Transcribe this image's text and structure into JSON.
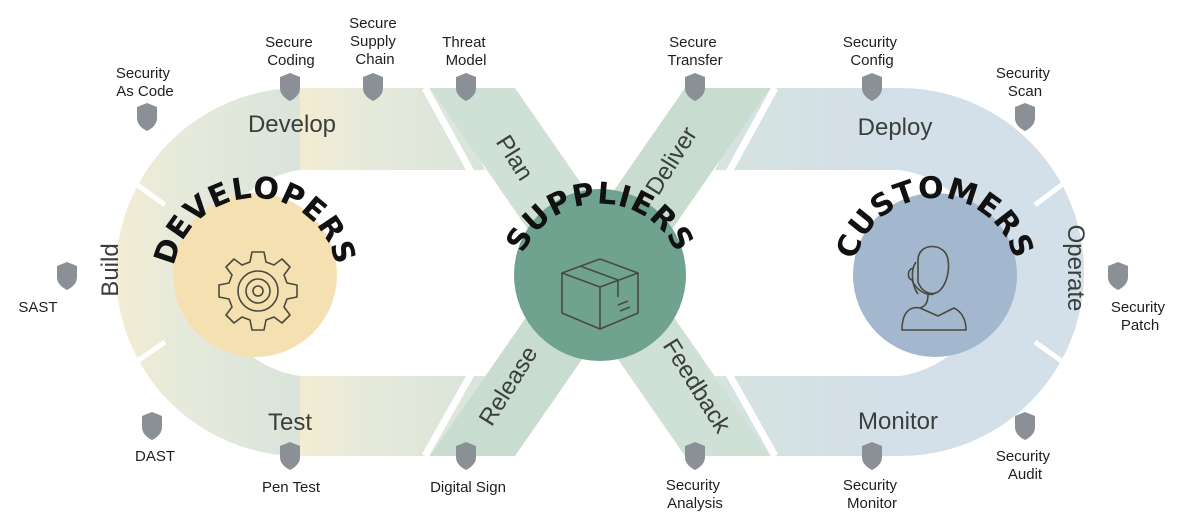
{
  "hubs": {
    "developers": {
      "title": "DEVELOPERS",
      "icon": "gear-icon",
      "color": "#f5e0b2"
    },
    "suppliers": {
      "title": "SUPPLIERS",
      "icon": "package-box-icon",
      "color": "#6fa28f"
    },
    "customers": {
      "title": "CUSTOMERS",
      "icon": "person-headset-icon",
      "color": "#a3b7cf"
    }
  },
  "loop_segments": {
    "develop": "Develop",
    "build": "Build",
    "test": "Test",
    "plan": "Plan",
    "release": "Release",
    "deliver": "Deliver",
    "feedback": "Feedback",
    "deploy": "Deploy",
    "operate": "Operate",
    "monitor": "Monitor"
  },
  "checkpoints": {
    "security_as_code": [
      "Security",
      "As Code"
    ],
    "secure_coding": [
      "Secure",
      "Coding"
    ],
    "secure_supply_chain": [
      "Secure",
      "Supply",
      "Chain"
    ],
    "threat_model": [
      "Threat",
      "Model"
    ],
    "secure_transfer": [
      "Secure",
      "Transfer"
    ],
    "security_config": [
      "Security",
      "Config"
    ],
    "security_scan": [
      "Security",
      "Scan"
    ],
    "security_patch": [
      "Security",
      "Patch"
    ],
    "security_audit": [
      "Security",
      "Audit"
    ],
    "security_monitor": [
      "Security",
      "Monitor"
    ],
    "security_analysis": [
      "Security",
      "Analysis"
    ],
    "digital_sign": [
      "Digital Sign"
    ],
    "pen_test": [
      "Pen Test"
    ],
    "dast": [
      "DAST"
    ],
    "sast": [
      "SAST"
    ]
  },
  "colors": {
    "left_band": "#e2e8dc",
    "left_band_outer": "#f1ebd3",
    "center_band": "#cfe0d6",
    "right_band": "#d7e2ea",
    "shield": "#8b9096"
  }
}
